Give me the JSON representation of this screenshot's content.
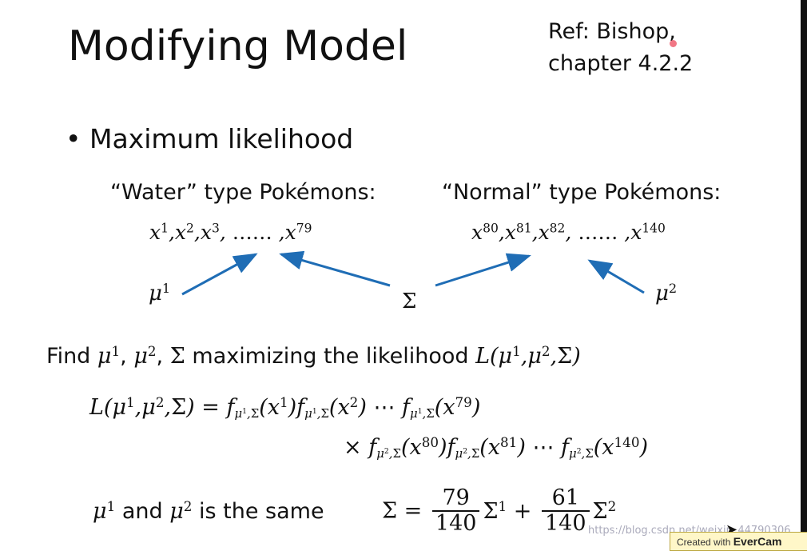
{
  "slide": {
    "title": "Modifying Model",
    "ref_line1": "Ref: Bishop,",
    "ref_line2": "chapter 4.2.2",
    "bullet": "Maximum likelihood",
    "water_label": "“Water” type Pokémons:",
    "normal_label": "“Normal” type Pokémons:",
    "ellipsis": "……",
    "find_prefix": "Find",
    "find_suffix": "maximizing the likelihood",
    "same_text": "and",
    "same_suffix": "is the same",
    "frac1_num": "79",
    "frac1_den": "140",
    "frac2_num": "61",
    "frac2_den": "140",
    "sup_1": "1",
    "sup_2": "2",
    "sup_3": "3",
    "sup_79": "79",
    "sup_80": "80",
    "sup_81": "81",
    "sup_82": "82",
    "sup_140": "140"
  },
  "footer": {
    "watermark": "https://blog.csdn.net/weixin_44790306",
    "badge_prefix": "Created with",
    "badge_brand": "EverCam"
  },
  "colors": {
    "arrow": "#1f6db5"
  }
}
